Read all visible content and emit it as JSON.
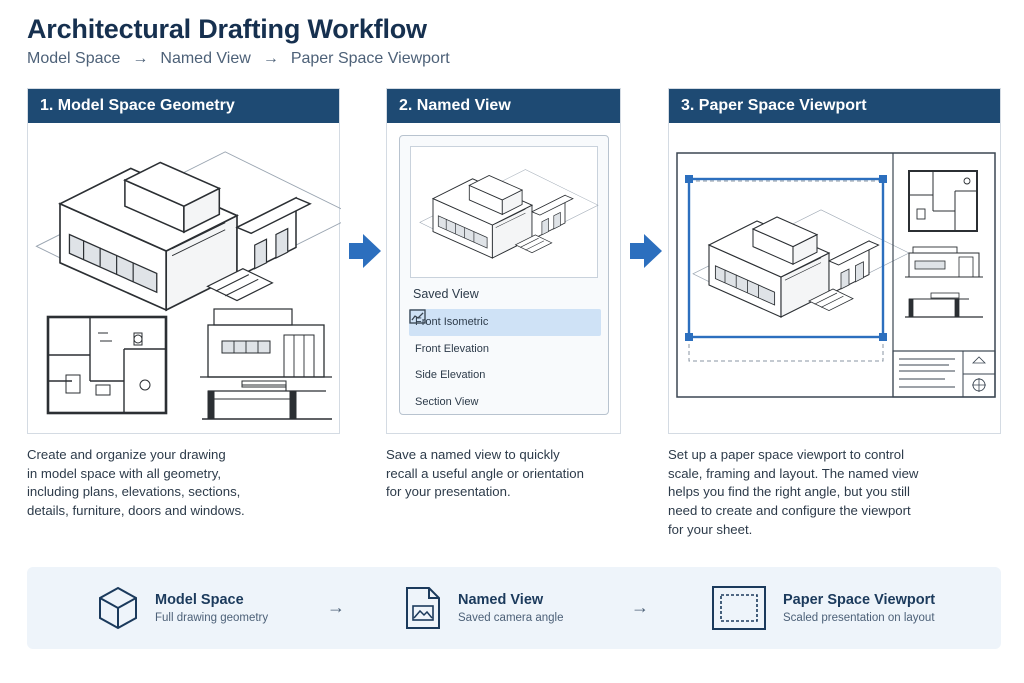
{
  "header": {
    "title": "Architectural Drafting Workflow",
    "steps": [
      "Model Space",
      "Named View",
      "Paper Space Viewport"
    ],
    "separator": "→"
  },
  "colors": {
    "header_bar": "#1e4a73",
    "accent_blue": "#2c6fbe",
    "selected_row": "#cfe2f6",
    "bottom_band": "#eef4fa"
  },
  "panels": [
    {
      "heading": "1. Model Space Geometry",
      "description": [
        "Create and organize your drawing",
        "in model space with all geometry,",
        "including plans, elevations, sections,",
        "details, furniture, doors and windows."
      ]
    },
    {
      "heading": "2. Named View",
      "saved_view_label": "Saved View",
      "saved_views": [
        {
          "label": "Front Isometric",
          "selected": true,
          "icon": "view-icon"
        },
        {
          "label": "Front Elevation",
          "selected": false,
          "icon": "view-icon"
        },
        {
          "label": "Side Elevation",
          "selected": false,
          "icon": "view-icon"
        },
        {
          "label": "Section View",
          "selected": false,
          "icon": "view-icon"
        }
      ],
      "description": [
        "Save a named view to quickly",
        "recall a useful angle or orientation",
        "for your presentation."
      ]
    },
    {
      "heading": "3. Paper Space Viewport",
      "description": [
        "Set up a paper space viewport to control",
        "scale, framing and layout. The named view",
        "helps you find the right angle, but you still",
        "need to create and configure the viewport",
        "for your sheet."
      ]
    }
  ],
  "summary": [
    {
      "title": "Model Space",
      "subtitle": "Full drawing geometry",
      "icon": "cube-icon"
    },
    {
      "title": "Named View",
      "subtitle": "Saved camera angle",
      "icon": "image-file-icon"
    },
    {
      "title": "Paper Space Viewport",
      "subtitle": "Scaled presentation on layout",
      "icon": "viewport-frame-icon"
    }
  ],
  "summary_arrow": "→"
}
